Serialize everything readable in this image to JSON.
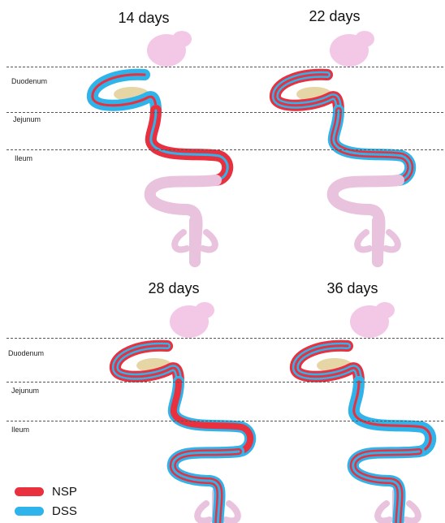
{
  "panels": [
    {
      "title": "14 days",
      "segments": {
        "duodenum": [
          "dss",
          "dss",
          "nsp"
        ],
        "jejunum": [
          "nsp",
          "nsp",
          "dss"
        ],
        "ileum": []
      }
    },
    {
      "title": "22 days",
      "segments": {
        "duodenum": [
          "nsp",
          "dss",
          "nsp"
        ],
        "jejunum": [
          "dss",
          "nsp",
          "dss"
        ],
        "ileum": []
      }
    },
    {
      "title": "28 days",
      "segments": {
        "duodenum": [
          "nsp",
          "dss",
          "nsp"
        ],
        "jejunum": [
          "dss",
          "nsp",
          "nsp"
        ],
        "ileum": [
          "dss",
          "nsp",
          "dss"
        ]
      }
    },
    {
      "title": "36 days",
      "segments": {
        "duodenum": [
          "nsp",
          "dss",
          "nsp"
        ],
        "jejunum": [
          "dss",
          "dss",
          "nsp"
        ],
        "ileum": [
          "dss",
          "nsp",
          "dss"
        ]
      }
    }
  ],
  "segment_labels": {
    "duodenum": "Duodenum",
    "jejunum": "Jejunum",
    "ileum": "Ileum"
  },
  "legend": [
    {
      "key": "nsp",
      "label": "NSP",
      "color": "#e8303f"
    },
    {
      "key": "dss",
      "label": "DSS",
      "color": "#2eb4ea"
    }
  ],
  "colors": {
    "gut": "#e9c2dd",
    "stomach": "#f3c7e6",
    "pancreas": "#e6d6a6"
  }
}
